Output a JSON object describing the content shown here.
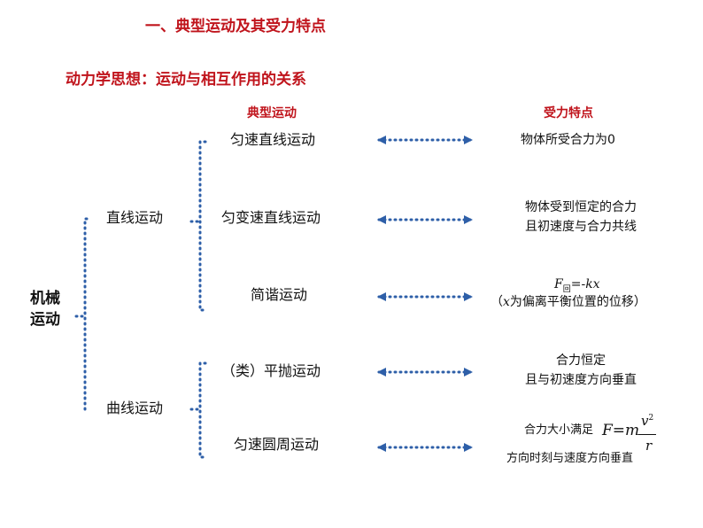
{
  "heading": "一、典型运动及其受力特点",
  "subheading": "动力学思想：运动与相互作用的关系",
  "columns": {
    "motion": "典型运动",
    "force": "受力特点"
  },
  "root": {
    "line1": "机械",
    "line2": "运动"
  },
  "branches": {
    "straight": "直线运动",
    "curved": "曲线运动"
  },
  "motions": {
    "m1": "匀速直线运动",
    "m2": "匀变速直线运动",
    "m3": "简谐运动",
    "m4": "（类）平抛运动",
    "m5": "匀速圆周运动"
  },
  "forces": {
    "f1": "物体所受合力为0",
    "f2_line1": "物体受到恒定的合力",
    "f2_line2": "且初速度与合力共线",
    "f3_F": "F",
    "f3_sub": "回",
    "f3_eq": "=-",
    "f3_kx": "kx",
    "f3_open": "（",
    "f3_x": "x",
    "f3_rest": "为偏离平衡位置的位移）",
    "f4_line1": "合力恒定",
    "f4_line2": "且与初速度方向垂直",
    "f5_prefix": "合力大小满足",
    "f5_formula": "F=m",
    "f5_num": "v",
    "f5_sup": "2",
    "f5_den": "r",
    "f5_line2": "方向时刻与速度方向垂直"
  },
  "colors": {
    "heading": "#c0141c",
    "connector": "#2e5fa8",
    "text": "#111111"
  }
}
